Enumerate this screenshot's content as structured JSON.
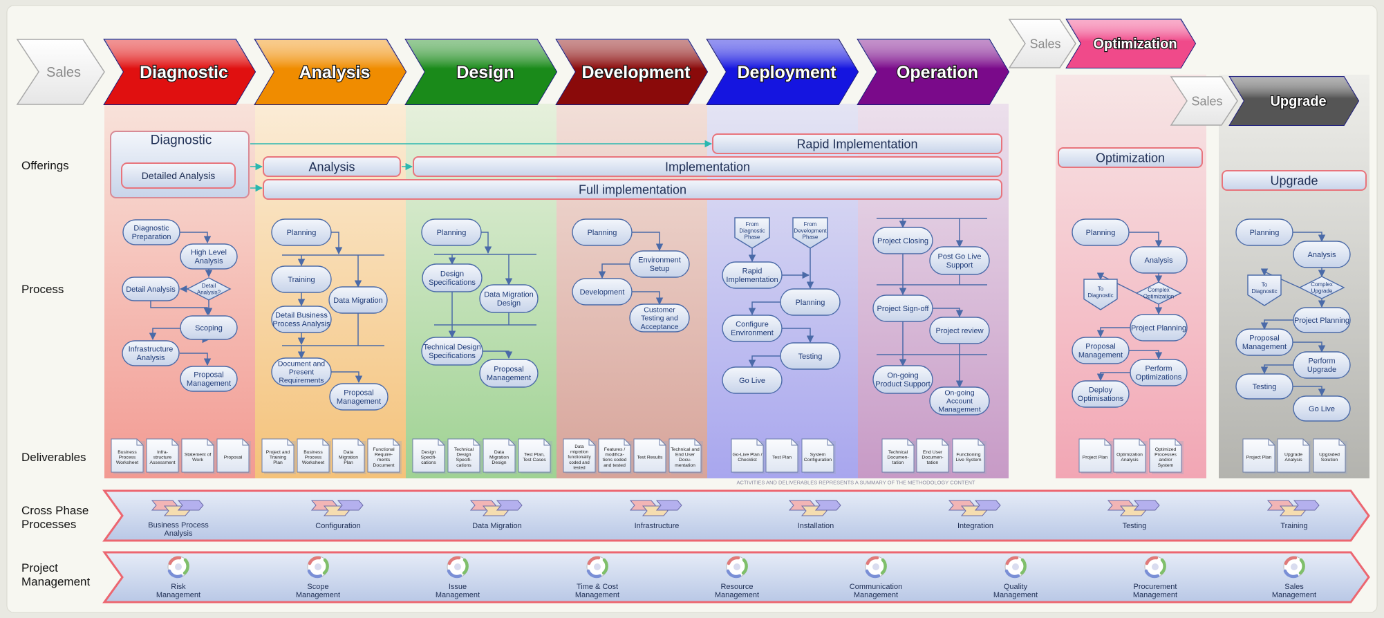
{
  "row_labels": {
    "offerings": "Offerings",
    "process": "Process",
    "deliverables": "Deliverables",
    "cross_phase": [
      "Cross Phase",
      "Processes"
    ],
    "project_management": [
      "Project",
      "Management"
    ]
  },
  "phases": [
    {
      "key": "diagnostic",
      "sales": "Sales",
      "label": "Diagnostic",
      "color": "#e01010"
    },
    {
      "key": "analysis",
      "label": "Analysis",
      "color": "#f08c00"
    },
    {
      "key": "design",
      "label": "Design",
      "color": "#1a8a1a"
    },
    {
      "key": "development",
      "label": "Development",
      "color": "#8a0a0a"
    },
    {
      "key": "deployment",
      "label": "Deployment",
      "color": "#1515e0"
    },
    {
      "key": "operation",
      "label": "Operation",
      "color": "#7a0a8a"
    },
    {
      "key": "optimization",
      "sales": "Sales",
      "label": "Optimization",
      "color": "#f04a8a"
    },
    {
      "key": "upgrade",
      "sales": "Sales",
      "label": "Upgrade",
      "color": "#555555"
    }
  ],
  "offerings": {
    "diagnostic": "Diagnostic",
    "detailed_analysis": "Detailed Analysis",
    "rapid_implementation": "Rapid Implementation",
    "analysis": "Analysis",
    "implementation": "Implementation",
    "full_implementation": "Full implementation",
    "optimization": "Optimization",
    "upgrade": "Upgrade"
  },
  "process": {
    "diagnostic": {
      "diagnostic_preparation": [
        "Diagnostic",
        "Preparation"
      ],
      "high_level_analysis": [
        "High Level",
        "Analysis"
      ],
      "detail_analysis": [
        "Detail Analysis"
      ],
      "detail_analysis_decision": [
        "Detail",
        "Analysis?"
      ],
      "scoping": [
        "Scoping"
      ],
      "infrastructure_analysis": [
        "Infrastructure",
        "Analysis"
      ],
      "proposal_management": [
        "Proposal",
        "Management"
      ]
    },
    "analysis": {
      "planning": [
        "Planning"
      ],
      "training": [
        "Training"
      ],
      "data_migration": [
        "Data Migration"
      ],
      "detail_bpa": [
        "Detail Business",
        "Process Analysis"
      ],
      "document_requirements": [
        "Document and",
        "Present",
        "Requirements"
      ],
      "proposal_management": [
        "Proposal",
        "Management"
      ]
    },
    "design": {
      "planning": [
        "Planning"
      ],
      "design_specifications": [
        "Design",
        "Specifications"
      ],
      "data_migration_design": [
        "Data Migration",
        "Design"
      ],
      "technical_design": [
        "Technical Design",
        "Specifications"
      ],
      "proposal_management": [
        "Proposal",
        "Management"
      ]
    },
    "development": {
      "planning": [
        "Planning"
      ],
      "environment_setup": [
        "Environment",
        "Setup"
      ],
      "development": [
        "Development"
      ],
      "customer_testing": [
        "Customer",
        "Testing and",
        "Acceptance"
      ]
    },
    "deployment": {
      "from_diagnostic": [
        "From",
        "Diagnostic",
        "Phase"
      ],
      "from_development": [
        "From",
        "Development",
        "Phase"
      ],
      "rapid_implementation": [
        "Rapid",
        "Implementation"
      ],
      "planning": [
        "Planning"
      ],
      "configure_environment": [
        "Configure",
        "Environment"
      ],
      "testing": [
        "Testing"
      ],
      "go_live": [
        "Go Live"
      ]
    },
    "operation": {
      "project_closing": [
        "Project Closing"
      ],
      "post_go_live": [
        "Post Go Live",
        "Support"
      ],
      "project_signoff": [
        "Project Sign-off"
      ],
      "project_review": [
        "Project review"
      ],
      "ongoing_product_support": [
        "On-going",
        "Product Support"
      ],
      "ongoing_account_management": [
        "On-going",
        "Account",
        "Management"
      ]
    },
    "optimization": {
      "planning": [
        "Planning"
      ],
      "analysis": [
        "Analysis"
      ],
      "to_diagnostic": [
        "To",
        "Diagnostic"
      ],
      "complex_optimization": [
        "Complex",
        "Optimization"
      ],
      "project_planning": [
        "Project Planning"
      ],
      "proposal_management": [
        "Proposal",
        "Management"
      ],
      "perform_optimizations": [
        "Perform",
        "Optimizations"
      ],
      "deploy_optimisations": [
        "Deploy",
        "Optimisations"
      ]
    },
    "upgrade": {
      "planning": [
        "Planning"
      ],
      "analysis": [
        "Analysis"
      ],
      "to_diagnostic": [
        "To",
        "Diagnostic"
      ],
      "complex_upgrade": [
        "Complex",
        "Upgrade"
      ],
      "project_planning": [
        "Project Planning"
      ],
      "proposal_management": [
        "Proposal",
        "Management"
      ],
      "perform_upgrade": [
        "Perform",
        "Upgrade"
      ],
      "testing": [
        "Testing"
      ],
      "go_live": [
        "Go Live"
      ]
    }
  },
  "deliverables": {
    "diagnostic": [
      [
        "Business",
        "Process",
        "Worksheet"
      ],
      [
        "Infra-",
        "structure",
        "Assessment"
      ],
      [
        "Statement of",
        "Work"
      ],
      [
        "Proposal"
      ]
    ],
    "analysis": [
      [
        "Project and",
        "Training",
        "Plan"
      ],
      [
        "Business",
        "Process",
        "Worksheet"
      ],
      [
        "Data",
        "Migration",
        "Plan"
      ],
      [
        "Functional",
        "Require-",
        "ments",
        "Document"
      ]
    ],
    "design": [
      [
        "Design",
        "Specifi-",
        "cations"
      ],
      [
        "Technical",
        "Design",
        "Specifi-",
        "cations"
      ],
      [
        "Data",
        "Migration",
        "Design"
      ],
      [
        "Test Plan,",
        "Test Cases"
      ]
    ],
    "development": [
      [
        "Data",
        "migration",
        "functionality",
        "coded and",
        "tested"
      ],
      [
        "Features /",
        "modifica-",
        "tions coded",
        "and tested"
      ],
      [
        "Test Results"
      ],
      [
        "Technical and",
        "End User",
        "Docu-",
        "mentation"
      ]
    ],
    "deployment": [
      [
        "Go-Live Plan /",
        "Checklist"
      ],
      [
        "Test Plan"
      ],
      [
        "System",
        "Configuration"
      ]
    ],
    "operation": [
      [
        "Technical",
        "Documen-",
        "tation"
      ],
      [
        "End User",
        "Documen-",
        "tation"
      ],
      [
        "Functioning",
        "Live System"
      ]
    ],
    "optimization": [
      [
        "Project Plan"
      ],
      [
        "Optimization",
        "Analysis"
      ],
      [
        "Optimized",
        "Processes",
        "and/or",
        "System"
      ]
    ],
    "upgrade": [
      [
        "Project Plan"
      ],
      [
        "Upgrade",
        "Analysis"
      ],
      [
        "Upgraded",
        "Solution"
      ]
    ]
  },
  "summary_note": "ACTIVITIES AND DELIVERABLES REPRESENTS A SUMMARY OF THE METHODOLOGY CONTENT",
  "cross_phase_items": [
    [
      "Business Process",
      "Analysis"
    ],
    [
      "Configuration"
    ],
    [
      "Data Migration"
    ],
    [
      "Infrastructure"
    ],
    [
      "Installation"
    ],
    [
      "Integration"
    ],
    [
      "Testing"
    ],
    [
      "Training"
    ]
  ],
  "pm_items": [
    [
      "Risk",
      "Management"
    ],
    [
      "Scope",
      "Management"
    ],
    [
      "Issue",
      "Management"
    ],
    [
      "Time & Cost",
      "Management"
    ],
    [
      "Resource",
      "Management"
    ],
    [
      "Communication",
      "Management"
    ],
    [
      "Quality",
      "Management"
    ],
    [
      "Procurement",
      "Management"
    ],
    [
      "Sales",
      "Management"
    ]
  ],
  "colors": {
    "node_fill": "#dbe4f3",
    "node_stroke": "#4a6aa8",
    "offering_stroke": "#e8747c",
    "arrow_teal": "#2ab7b0",
    "text_blue": "#1f3b78"
  }
}
